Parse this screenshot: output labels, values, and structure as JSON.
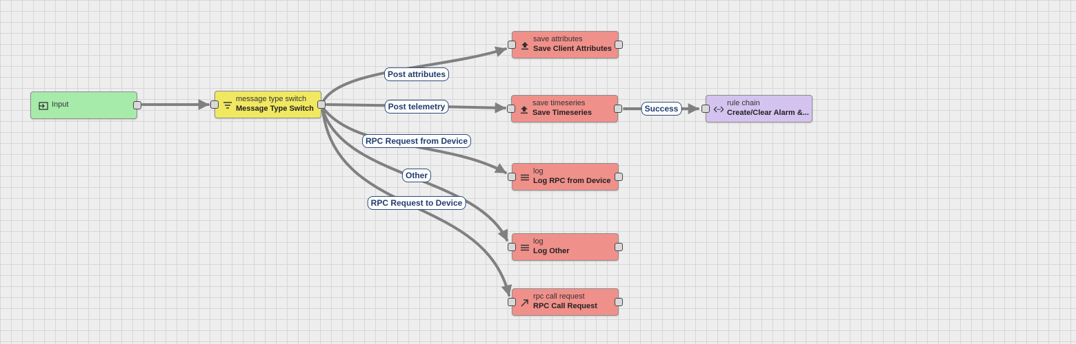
{
  "colors": {
    "input": "#a6ebaa",
    "filter": "#f1e861",
    "action": "#f0908a",
    "flow": "#d4c3ef",
    "link": "#808080"
  },
  "nodes": {
    "input": {
      "icon": "input-icon",
      "title": "Input"
    },
    "switch": {
      "icon": "filter-icon",
      "type": "message type switch",
      "name": "Message Type Switch"
    },
    "save_attributes": {
      "icon": "upload-icon",
      "type": "save attributes",
      "name": "Save Client Attributes"
    },
    "save_timeseries": {
      "icon": "upload-icon",
      "type": "save timeseries",
      "name": "Save Timeseries"
    },
    "rule_chain": {
      "icon": "code-icon",
      "type": "rule chain",
      "name": "Create/Clear Alarm &..."
    },
    "log_rpc": {
      "icon": "menu-lines-icon",
      "type": "log",
      "name": "Log RPC from Device"
    },
    "log_other": {
      "icon": "menu-lines-icon",
      "type": "log",
      "name": "Log Other"
    },
    "rpc_call": {
      "icon": "arrow-up-right-icon",
      "type": "rpc call request",
      "name": "RPC Call Request"
    }
  },
  "links": {
    "post_attributes": "Post attributes",
    "post_telemetry": "Post telemetry",
    "success": "Success",
    "rpc_from_device": "RPC Request from Device",
    "other": "Other",
    "rpc_to_device": "RPC Request to Device"
  }
}
